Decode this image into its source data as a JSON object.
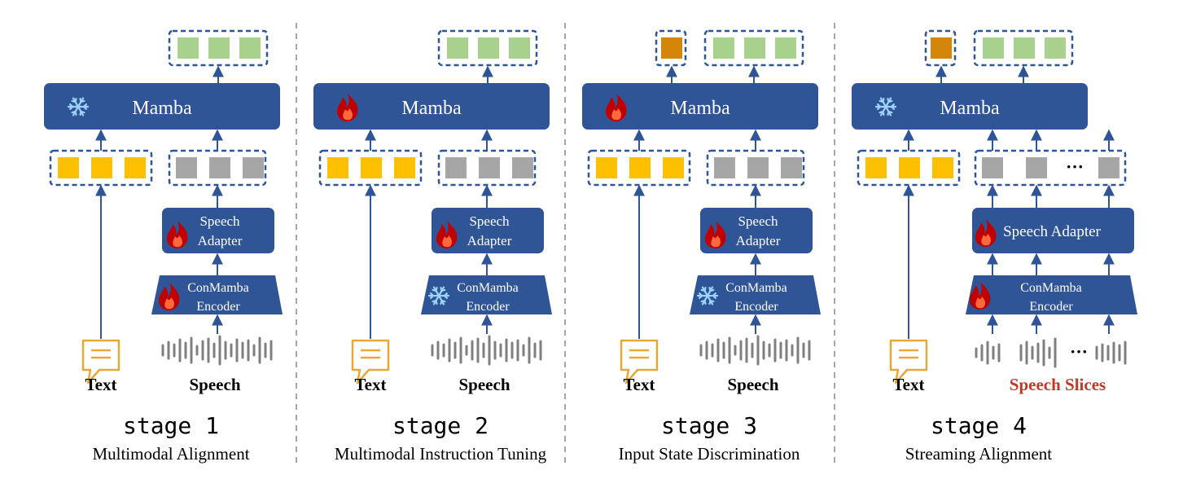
{
  "colors": {
    "block": "#2f5597",
    "arrow": "#2f5597",
    "dash_border": "#2f5597",
    "text_token": "#ffc000",
    "speech_token": "#a6a6a6",
    "output_token": "#a9d18e",
    "state_token": "#d4860b",
    "highlight_text": "#c0392b",
    "doc_icon": "#e8a838",
    "waveform": "#7f7f7f"
  },
  "labels": {
    "mamba": "Mamba",
    "speech_adapter_line1": "Speech",
    "speech_adapter_line2": "Adapter",
    "speech_adapter_single": "Speech Adapter",
    "encoder_line1": "ConMamba",
    "encoder_line2": "Encoder",
    "text": "Text",
    "speech": "Speech",
    "speech_slices": "Speech Slices",
    "ellipsis": "···"
  },
  "stages": [
    {
      "title": "stage 1",
      "subtitle": "Multimodal Alignment",
      "mamba_state": "frozen-icon",
      "adapter_state": "trainable-icon",
      "encoder_state": "trainable-icon",
      "state_output": false,
      "streaming": false
    },
    {
      "title": "stage 2",
      "subtitle": "Multimodal Instruction Tuning",
      "mamba_state": "trainable-icon",
      "adapter_state": "trainable-icon",
      "encoder_state": "frozen-icon",
      "state_output": false,
      "streaming": false
    },
    {
      "title": "stage 3",
      "subtitle": "Input State Discrimination",
      "mamba_state": "trainable-icon",
      "adapter_state": "trainable-icon",
      "encoder_state": "frozen-icon",
      "state_output": true,
      "streaming": false
    },
    {
      "title": "stage 4",
      "subtitle": "Streaming Alignment",
      "mamba_state": "frozen-icon",
      "adapter_state": "trainable-icon",
      "encoder_state": "trainable-icon",
      "state_output": true,
      "streaming": true
    }
  ]
}
